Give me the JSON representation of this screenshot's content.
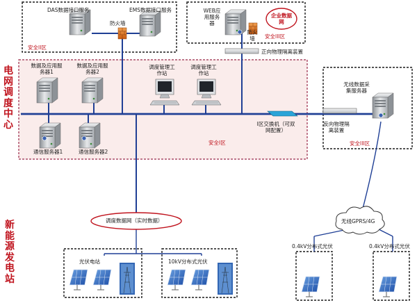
{
  "side_labels": {
    "grid": "电网调度中心",
    "new_energy": "新能源发电站"
  },
  "zones": {
    "zone2_top": "安全II区",
    "zone3_top": "安全III区",
    "zone1": "安全I区",
    "zone3_right": "安全III区"
  },
  "nodes": {
    "das": "DAS数据接口服务",
    "ems": "EMS数据接口服务",
    "firewall": "防火墙",
    "web": "WEB应用服务器",
    "firewall2": "防火墙",
    "enterprise_net": "企业数据网",
    "fwd_isolation": "正向物理隔离装置",
    "app_server1": "数据及应用服务器1",
    "app_server2": "数据及应用服务器2",
    "workstation1": "调度管理工作站",
    "workstation2": "调度管理工作站",
    "comm_server1": "通信服务器1",
    "comm_server2": "通信服务器2",
    "switch": "I区交换机（可双网配置）",
    "rev_isolation": "反向物理隔离装置",
    "wireless_server": "无线数据采集服务器",
    "dispatch_net": "调度数据网（实时数据）",
    "wireless_net": "无线GPRS/4G",
    "pv_station": "光伏电站",
    "pv_10kv": "10kV分布式光伏",
    "pv_04kv_1": "0.4kV分布式光伏",
    "pv_04kv_2": "0.4kV分布式光伏"
  },
  "colors": {
    "bus": "#1f3f95",
    "zone_border": "#9b2a4a",
    "zone_fill": "#faeceb",
    "label_red": "#c0141e"
  }
}
